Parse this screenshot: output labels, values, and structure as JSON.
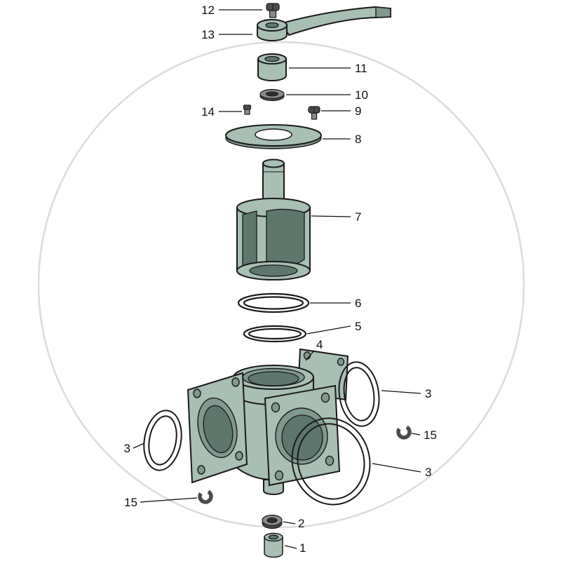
{
  "diagram": {
    "labels": [
      {
        "text": "12"
      },
      {
        "text": "13"
      },
      {
        "text": "11"
      },
      {
        "text": "10"
      },
      {
        "text": "14"
      },
      {
        "text": "9"
      },
      {
        "text": "8"
      },
      {
        "text": "7"
      },
      {
        "text": "6"
      },
      {
        "text": "5"
      },
      {
        "text": "4"
      },
      {
        "text": "3"
      },
      {
        "text": "3"
      },
      {
        "text": "3"
      },
      {
        "text": "15"
      },
      {
        "text": "15"
      },
      {
        "text": "2"
      },
      {
        "text": "1"
      }
    ],
    "colors": {
      "part_fill": "#a8bfb4",
      "part_shade": "#7f998e",
      "part_dark": "#5d776d",
      "metal_dark": "#4b4b4b",
      "metal_mid": "#8a8a8a",
      "outline": "#1a1a1a",
      "watermark": "#dcdcdc",
      "background": "#ffffff",
      "label_color": "#111111"
    }
  }
}
